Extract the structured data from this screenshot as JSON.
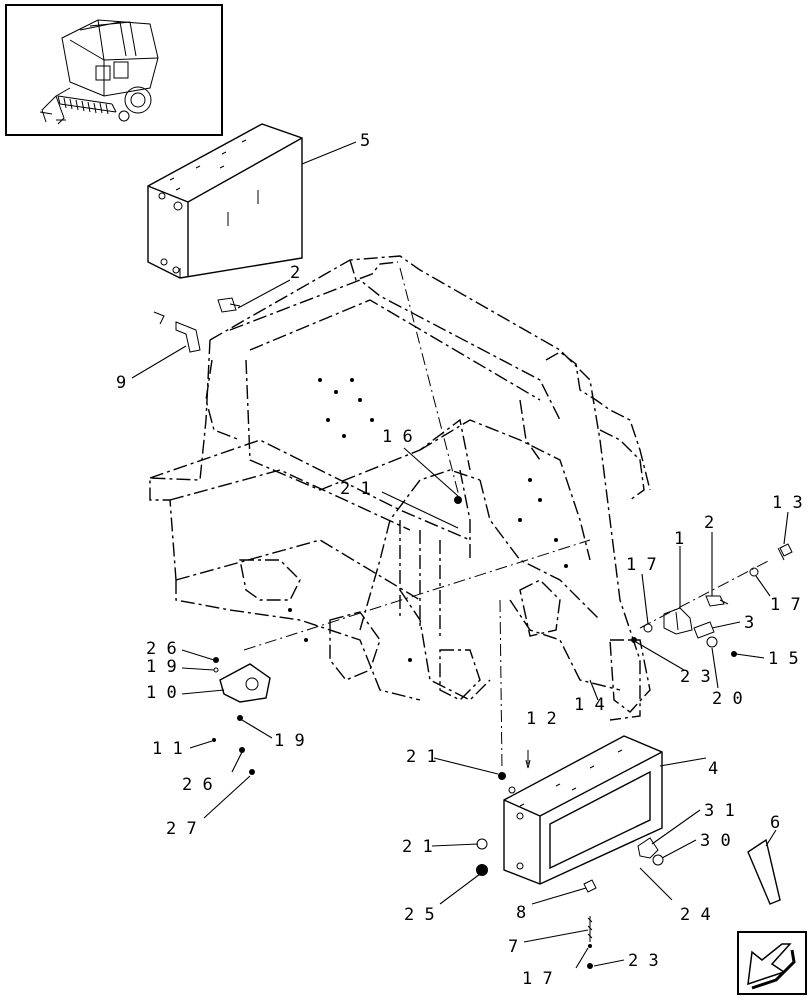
{
  "callouts": {
    "c5": "5",
    "c2_top": "2",
    "c9": "9",
    "c16": "1 6",
    "c21_mid": "2 1",
    "c13": "1 3",
    "c2_right": "2",
    "c1": "1",
    "c17_right": "1 7",
    "c17_mid": "1 7",
    "c3": "3",
    "c15": "1 5",
    "c23_mid": "2 3",
    "c20": "2 0",
    "c14": "1 4",
    "c12": "1 2",
    "c4": "4",
    "c26_top": "2 6",
    "c19_top": "1 9",
    "c10": "1 0",
    "c19_bottom": "1 9",
    "c11": "1 1",
    "c26_bottom": "2 6",
    "c27": "2 7",
    "c21_lower": "2 1",
    "c31": "3 1",
    "c30": "3 0",
    "c21_bottom": "2 1",
    "c6": "6",
    "c25": "2 5",
    "c24": "2 4",
    "c8": "8",
    "c7": "7",
    "c17_bottom": "1 7",
    "c23_bottom": "2 3"
  },
  "icons": {
    "thumbnail": "baler-thumbnail-icon",
    "navigation": "next-page-arrow-icon"
  }
}
